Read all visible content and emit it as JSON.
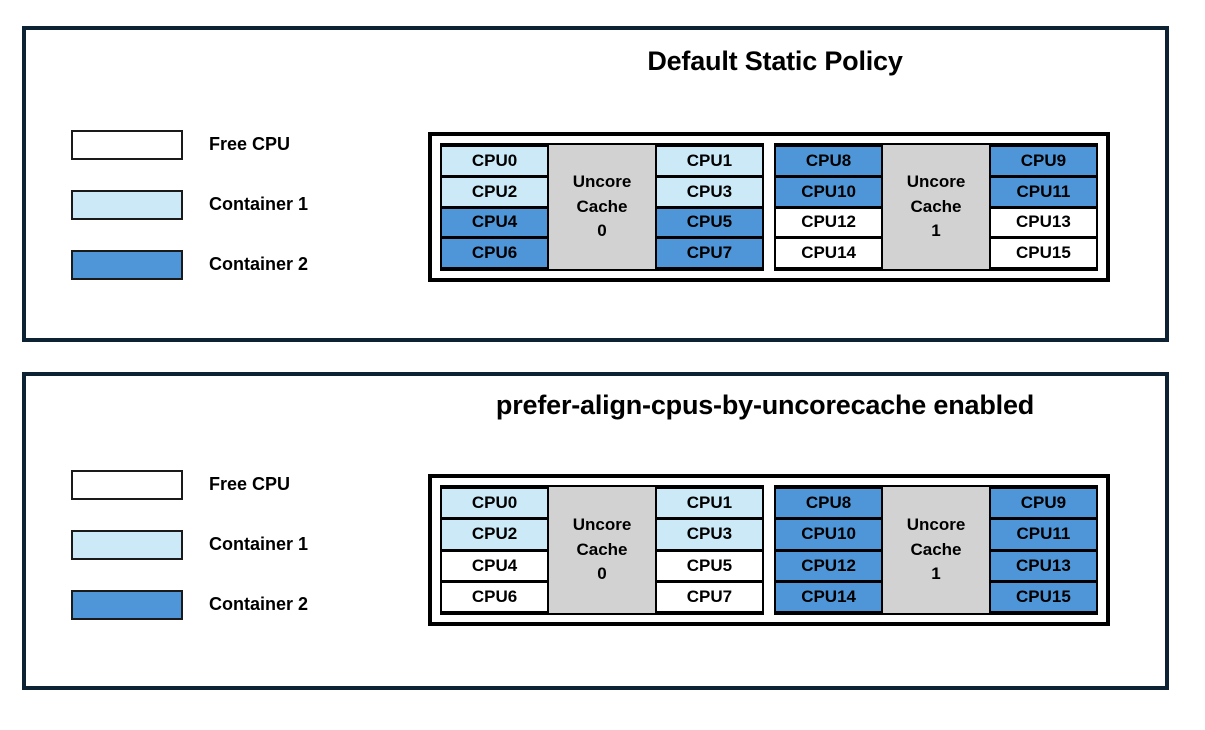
{
  "panels": [
    {
      "id": "default-static-policy",
      "title": "Default Static Policy",
      "legend": {
        "items": [
          {
            "label": "Free CPU",
            "swatch": "free",
            "color": "#ffffff"
          },
          {
            "label": "Container 1",
            "swatch": "c1",
            "color": "#cbe9f7"
          },
          {
            "label": "Container 2",
            "swatch": "c2",
            "color": "#4e96d8"
          }
        ]
      },
      "groups": [
        {
          "cache_label_line1": "Uncore",
          "cache_label_line2": "Cache",
          "cache_label_line3": "0",
          "left_column": [
            {
              "label": "CPU0",
              "state": "c1"
            },
            {
              "label": "CPU2",
              "state": "c1"
            },
            {
              "label": "CPU4",
              "state": "c2"
            },
            {
              "label": "CPU6",
              "state": "c2"
            }
          ],
          "right_column": [
            {
              "label": "CPU1",
              "state": "c1"
            },
            {
              "label": "CPU3",
              "state": "c1"
            },
            {
              "label": "CPU5",
              "state": "c2"
            },
            {
              "label": "CPU7",
              "state": "c2"
            }
          ]
        },
        {
          "cache_label_line1": "Uncore",
          "cache_label_line2": "Cache",
          "cache_label_line3": "1",
          "left_column": [
            {
              "label": "CPU8",
              "state": "c2"
            },
            {
              "label": "CPU10",
              "state": "c2"
            },
            {
              "label": "CPU12",
              "state": "free"
            },
            {
              "label": "CPU14",
              "state": "free"
            }
          ],
          "right_column": [
            {
              "label": "CPU9",
              "state": "c2"
            },
            {
              "label": "CPU11",
              "state": "c2"
            },
            {
              "label": "CPU13",
              "state": "free"
            },
            {
              "label": "CPU15",
              "state": "free"
            }
          ]
        }
      ]
    },
    {
      "id": "prefer-align-cpus-by-uncorecache-enabled",
      "title": "prefer-align-cpus-by-uncorecache enabled",
      "legend": {
        "items": [
          {
            "label": "Free CPU",
            "swatch": "free",
            "color": "#ffffff"
          },
          {
            "label": "Container 1",
            "swatch": "c1",
            "color": "#cbe9f7"
          },
          {
            "label": "Container 2",
            "swatch": "c2",
            "color": "#4e96d8"
          }
        ]
      },
      "groups": [
        {
          "cache_label_line1": "Uncore",
          "cache_label_line2": "Cache",
          "cache_label_line3": "0",
          "left_column": [
            {
              "label": "CPU0",
              "state": "c1"
            },
            {
              "label": "CPU2",
              "state": "c1"
            },
            {
              "label": "CPU4",
              "state": "free"
            },
            {
              "label": "CPU6",
              "state": "free"
            }
          ],
          "right_column": [
            {
              "label": "CPU1",
              "state": "c1"
            },
            {
              "label": "CPU3",
              "state": "c1"
            },
            {
              "label": "CPU5",
              "state": "free"
            },
            {
              "label": "CPU7",
              "state": "free"
            }
          ]
        },
        {
          "cache_label_line1": "Uncore",
          "cache_label_line2": "Cache",
          "cache_label_line3": "1",
          "left_column": [
            {
              "label": "CPU8",
              "state": "c2"
            },
            {
              "label": "CPU10",
              "state": "c2"
            },
            {
              "label": "CPU12",
              "state": "c2"
            },
            {
              "label": "CPU14",
              "state": "c2"
            }
          ],
          "right_column": [
            {
              "label": "CPU9",
              "state": "c2"
            },
            {
              "label": "CPU11",
              "state": "c2"
            },
            {
              "label": "CPU13",
              "state": "c2"
            },
            {
              "label": "CPU15",
              "state": "c2"
            }
          ]
        }
      ]
    }
  ],
  "colors": {
    "frame": "#0d2334",
    "free_cpu": "#ffffff",
    "container1": "#cbe9f7",
    "container2": "#4e96d8",
    "uncore_cache": "#d2d2d2",
    "cell_border": "#000000"
  }
}
